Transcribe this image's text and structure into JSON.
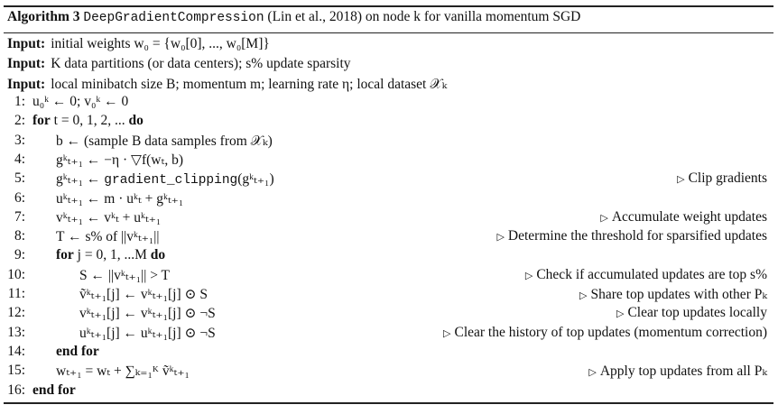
{
  "title": {
    "label": "Algorithm 3",
    "name": "DeepGradientCompression",
    "rest": "(Lin et al., 2018) on node k for vanilla momentum SGD"
  },
  "inputs": [
    {
      "key": "Input:",
      "text": "initial weights w₀ = {w₀[0], ..., w₀[M]}"
    },
    {
      "key": "Input:",
      "text": "K data partitions (or data centers); s% update sparsity"
    },
    {
      "key": "Input:",
      "text": "local minibatch size B; momentum m; learning rate η; local dataset 𝒳ₖ"
    }
  ],
  "lines": [
    {
      "num": "1:",
      "indent": 0,
      "kw_pre": "",
      "text": "u₀ᵏ ← 0; v₀ᵏ ← 0",
      "kw_post": "",
      "comment": ""
    },
    {
      "num": "2:",
      "indent": 0,
      "kw_pre": "for",
      "text": "t = 0, 1, 2, ...",
      "kw_post": "do",
      "comment": ""
    },
    {
      "num": "3:",
      "indent": 1,
      "kw_pre": "",
      "text": "b ← (sample B data samples from 𝒳ₖ)",
      "kw_post": "",
      "comment": ""
    },
    {
      "num": "4:",
      "indent": 1,
      "kw_pre": "",
      "text": "gᵏₜ₊₁ ← −η · ▽f(wₜ, b)",
      "kw_post": "",
      "comment": ""
    },
    {
      "num": "5:",
      "indent": 1,
      "kw_pre": "",
      "text": "gᵏₜ₊₁ ← gradient_clipping(gᵏₜ₊₁)",
      "kw_post": "",
      "comment": "Clip gradients"
    },
    {
      "num": "6:",
      "indent": 1,
      "kw_pre": "",
      "text": "uᵏₜ₊₁ ← m · uᵏₜ + gᵏₜ₊₁",
      "kw_post": "",
      "comment": ""
    },
    {
      "num": "7:",
      "indent": 1,
      "kw_pre": "",
      "text": "vᵏₜ₊₁ ← vᵏₜ + uᵏₜ₊₁",
      "kw_post": "",
      "comment": "Accumulate weight updates"
    },
    {
      "num": "8:",
      "indent": 1,
      "kw_pre": "",
      "text": "T ← s% of ||vᵏₜ₊₁||",
      "kw_post": "",
      "comment": "Determine the threshold for sparsified updates"
    },
    {
      "num": "9:",
      "indent": 1,
      "kw_pre": "for",
      "text": "j = 0, 1, ...M",
      "kw_post": "do",
      "comment": ""
    },
    {
      "num": "10:",
      "indent": 2,
      "kw_pre": "",
      "text": "S ← ||vᵏₜ₊₁|| > T",
      "kw_post": "",
      "comment": "Check if accumulated updates are top s%"
    },
    {
      "num": "11:",
      "indent": 2,
      "kw_pre": "",
      "text": "ṽᵏₜ₊₁[j] ← vᵏₜ₊₁[j] ⊙ S",
      "kw_post": "",
      "comment": "Share top updates with other Pₖ"
    },
    {
      "num": "12:",
      "indent": 2,
      "kw_pre": "",
      "text": "vᵏₜ₊₁[j] ← vᵏₜ₊₁[j] ⊙ ¬S",
      "kw_post": "",
      "comment": "Clear top updates locally"
    },
    {
      "num": "13:",
      "indent": 2,
      "kw_pre": "",
      "text": "uᵏₜ₊₁[j] ← uᵏₜ₊₁[j] ⊙ ¬S",
      "kw_post": "",
      "comment": "Clear the history of top updates (momentum correction)"
    },
    {
      "num": "14:",
      "indent": 1,
      "kw_pre": "end for",
      "text": "",
      "kw_post": "",
      "comment": ""
    },
    {
      "num": "15:",
      "indent": 1,
      "kw_pre": "",
      "text": "wₜ₊₁ = wₜ + ∑ₖ₌₁ᴷ ṽᵏₜ₊₁",
      "kw_post": "",
      "comment": "Apply top updates from all Pₖ"
    },
    {
      "num": "16:",
      "indent": 0,
      "kw_pre": "end for",
      "text": "",
      "kw_post": "",
      "comment": ""
    }
  ],
  "comment_marker": "▷"
}
